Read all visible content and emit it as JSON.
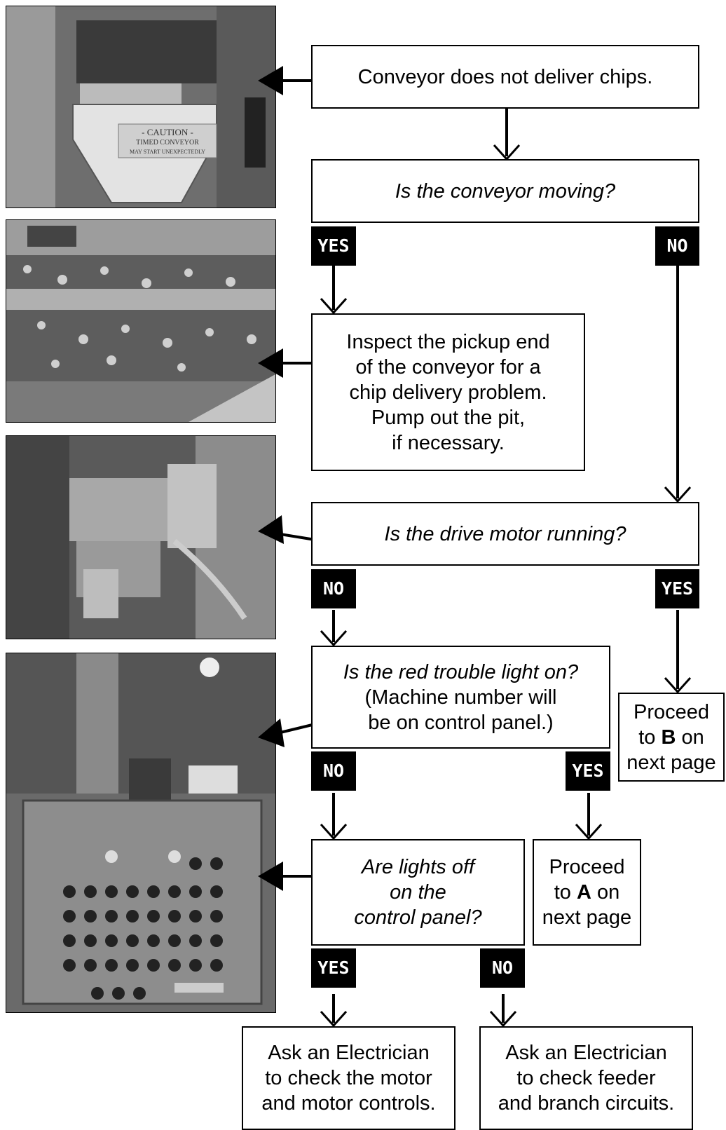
{
  "flowchart": {
    "start": "Conveyor does not deliver chips.",
    "q_moving": "Is the conveyor moving?",
    "yes_1": "YES",
    "no_1": "NO",
    "inspect": [
      "Inspect the pickup end",
      "of the conveyor for a",
      "chip delivery problem.",
      "Pump out the pit,",
      "if necessary."
    ],
    "q_motor": "Is the drive motor running?",
    "no_2": "NO",
    "yes_2": "YES",
    "q_red_light": "Is the red trouble light on?",
    "red_light_note": [
      "(Machine number will",
      "be on control panel.)"
    ],
    "no_3": "NO",
    "yes_3": "YES",
    "proceed_b": {
      "line1": "Proceed",
      "to": "to ",
      "letter": "B",
      "after": " on",
      "line3": "next page"
    },
    "q_lights_off": [
      "Are lights off",
      "on the",
      "control panel?"
    ],
    "proceed_a": {
      "line1": "Proceed",
      "to": "to ",
      "letter": "A",
      "after": " on",
      "line3": "next page"
    },
    "yes_4": "YES",
    "no_4": "NO",
    "electrician_motor": [
      "Ask an Electrician",
      "to check the motor",
      "and motor controls."
    ],
    "electrician_circuits": [
      "Ask an Electrician",
      "to check feeder",
      "and branch circuits."
    ]
  },
  "photos": {
    "photo_1_sign": [
      "- CAUTION -",
      "TIMED CONVEYOR",
      "MAY START UNEXPECTEDLY"
    ]
  },
  "colors": {
    "line": "#000000",
    "tag_bg": "#000000",
    "tag_text": "#ffffff",
    "photo_gray": "#7d7d7d"
  }
}
